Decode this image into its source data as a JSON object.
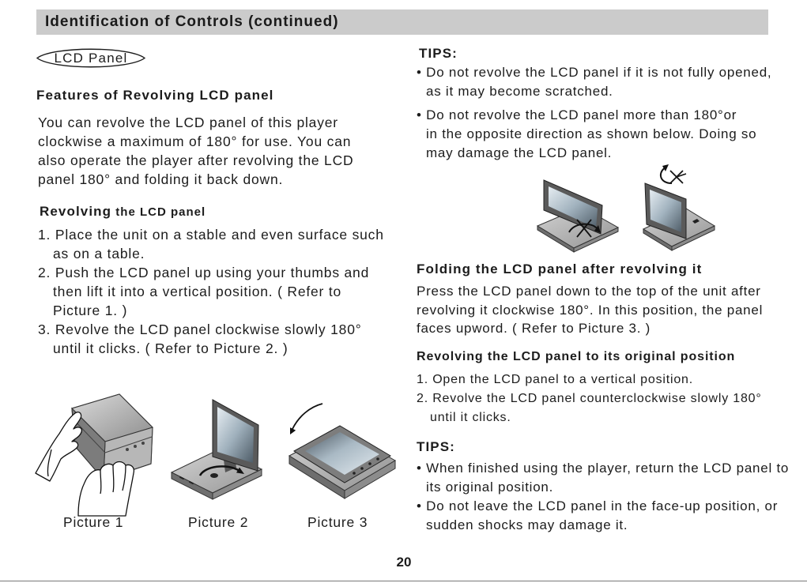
{
  "header": {
    "title": "Identification of Controls (continued)"
  },
  "left": {
    "badge": "LCD Panel",
    "features": {
      "heading": "Features of Revolving LCD panel",
      "lines": [
        "You can revolve the LCD panel of this player",
        "clockwise a maximum of 180° for use. You can",
        "also operate the player after revolving the LCD",
        "panel 180° and folding it back down."
      ]
    },
    "revolving": {
      "heading_main": "Revolving",
      "heading_rest": " the LCD panel",
      "steps": [
        [
          "1. Place the unit on a stable and even surface such",
          "as on a table."
        ],
        [
          "2. Push the LCD panel up using your thumbs and",
          "then lift it into a vertical position. ( Refer to",
          "Picture 1. )"
        ],
        [
          "3. Revolve the LCD panel clockwise slowly 180°",
          "until it clicks. ( Refer to Picture 2. )"
        ]
      ]
    },
    "pictures": [
      {
        "caption": "Picture 1"
      },
      {
        "caption": "Picture 2"
      },
      {
        "caption": "Picture 3"
      }
    ]
  },
  "right": {
    "tips_top": {
      "heading": "TIPS:",
      "items": [
        [
          "• Do not revolve the LCD panel if it is not fully opened,",
          "as it may become scratched."
        ],
        [
          "• Do not revolve the LCD panel more than 180°or",
          "in the opposite direction as shown below. Doing so",
          "may damage the LCD panel."
        ]
      ]
    },
    "folding": {
      "heading": "Folding the LCD panel after revolving it",
      "lines": [
        "Press the LCD panel down to the top of the unit after",
        "revolving it clockwise 180°. In this position, the panel",
        "faces upword. ( Refer to Picture 3. )"
      ]
    },
    "original": {
      "heading": "Revolving the LCD panel to its original position",
      "steps": [
        [
          "1. Open the LCD panel to a vertical position."
        ],
        [
          "2. Revolve the LCD panel counterclockwise slowly 180°",
          "until it clicks."
        ]
      ]
    },
    "tips_bottom": {
      "heading": "TIPS:",
      "items": [
        [
          "• When finished using the player, return the LCD panel to",
          "its original position."
        ],
        [
          "• Do not leave the LCD panel in the face-up position, or",
          "sudden shocks may damage it."
        ]
      ]
    }
  },
  "page_number": "20",
  "colors": {
    "header_bar": "#cbcbcb",
    "text": "#1c1c1c"
  }
}
